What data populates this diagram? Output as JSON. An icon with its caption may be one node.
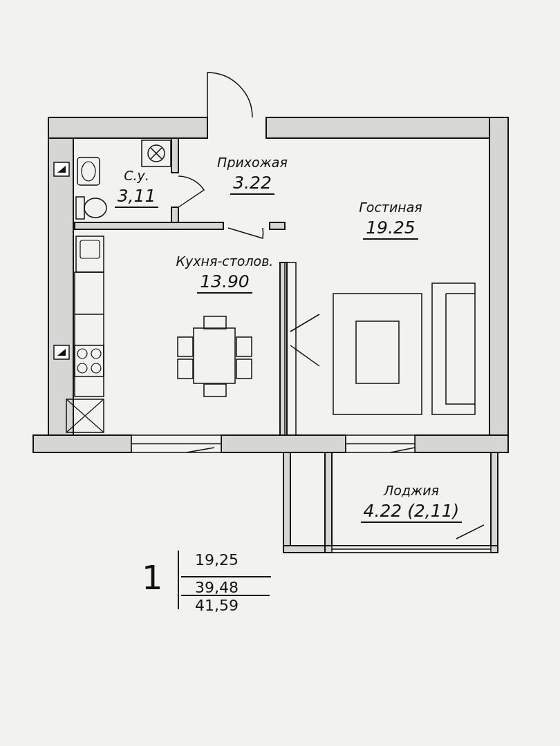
{
  "diagram": {
    "nodes": [
      {
        "text": [
          "С.у.",
          "3,11"
        ]
      },
      {
        "text": [
          "Прихожая",
          "3.22"
        ]
      },
      {
        "text": [
          "Гостиная",
          "19.25"
        ]
      },
      {
        "text": [
          "Кухня-столов.",
          "13.90"
        ]
      },
      {
        "text": [
          "Лоджия",
          "4.22 (2,11)"
        ]
      }
    ],
    "labels": [
      "1",
      "19,25",
      "39,48",
      "41,59"
    ]
  }
}
